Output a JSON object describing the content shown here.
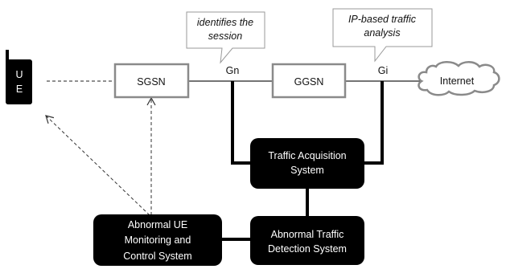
{
  "nodes": {
    "ue": {
      "line1": "U",
      "line2": "E"
    },
    "sgsn": {
      "label": "SGSN"
    },
    "ggsn": {
      "label": "GGSN"
    },
    "internet": {
      "label": "Internet"
    },
    "traffic_acquisition": {
      "line1": "Traffic Acquisition",
      "line2": "System"
    },
    "abnormal_traffic_detection": {
      "line1": "Abnormal Traffic",
      "line2": "Detection System"
    },
    "abnormal_ue_monitoring": {
      "line1": "Abnormal UE",
      "line2": "Monitoring and",
      "line3": "Control System"
    }
  },
  "interfaces": {
    "gn": "Gn",
    "gi": "Gi"
  },
  "callouts": {
    "gn_note": {
      "line1": "identifies the",
      "line2": "session"
    },
    "gi_note": {
      "line1": "IP-based traffic",
      "line2": "analysis"
    }
  }
}
